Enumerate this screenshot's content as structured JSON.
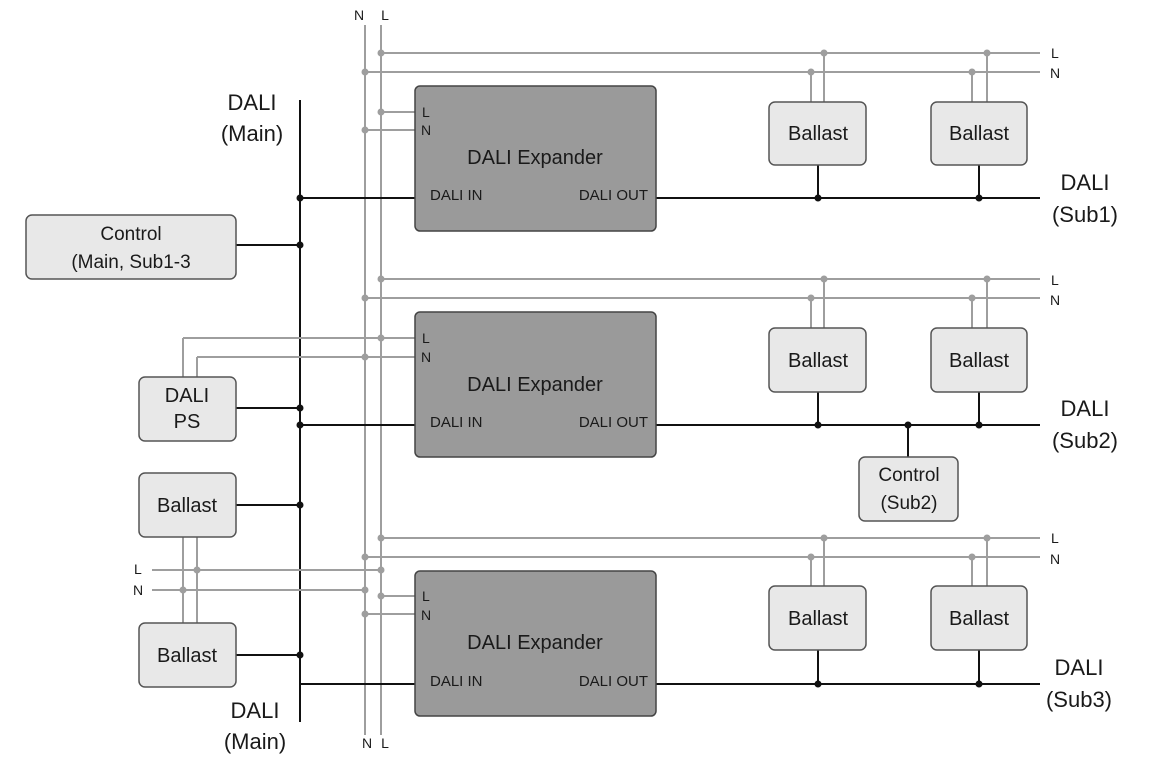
{
  "bus_labels": {
    "top_n": "N",
    "top_l": "L",
    "bottom_n": "N",
    "bottom_l": "L",
    "dali_main_top_1": "DALI",
    "dali_main_top_2": "(Main)",
    "dali_main_bottom_1": "DALI",
    "dali_main_bottom_2": "(Main)"
  },
  "expanders": [
    {
      "title": "DALI Expander",
      "l": "L",
      "n": "N",
      "dali_in": "DALI IN",
      "dali_out": "DALI OUT"
    },
    {
      "title": "DALI Expander",
      "l": "L",
      "n": "N",
      "dali_in": "DALI IN",
      "dali_out": "DALI OUT"
    },
    {
      "title": "DALI Expander",
      "l": "L",
      "n": "N",
      "dali_in": "DALI IN",
      "dali_out": "DALI OUT"
    }
  ],
  "sub_buses": [
    {
      "line1": "DALI",
      "line2": "(Sub1)",
      "l": "L",
      "n": "N"
    },
    {
      "line1": "DALI",
      "line2": "(Sub2)",
      "l": "L",
      "n": "N"
    },
    {
      "line1": "DALI",
      "line2": "(Sub3)",
      "l": "L",
      "n": "N"
    }
  ],
  "ballast_label": "Ballast",
  "control_main": {
    "line1": "Control",
    "line2": "(Main, Sub1-3"
  },
  "control_sub2": {
    "line1": "Control",
    "line2": "(Sub2)"
  },
  "power_supply": {
    "line1": "DALI",
    "line2": "PS"
  },
  "left_mains": {
    "l": "L",
    "n": "N"
  },
  "colors": {
    "expander_fill": "#9a9a9a",
    "box_fill": "#e8e8e8",
    "gray_wire": "#9e9e9e",
    "dali_wire": "#111111"
  }
}
